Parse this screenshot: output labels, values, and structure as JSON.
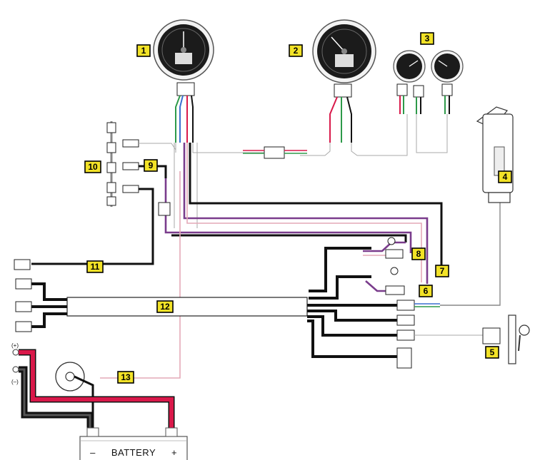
{
  "callouts": [
    "1",
    "2",
    "3",
    "4",
    "5",
    "6",
    "7",
    "8",
    "9",
    "10",
    "11",
    "12",
    "13"
  ],
  "battery": {
    "label": "BATTERY",
    "minus": "–",
    "plus": "+"
  },
  "polarity": {
    "positive": "(+)",
    "negative": "(–)"
  },
  "colors": {
    "badge": "#f2e227",
    "wire_black": "#111111",
    "wire_red": "#d9194a",
    "wire_purple": "#7a3c8c",
    "wire_pink": "#e4a9b7",
    "wire_green": "#2e9a4a",
    "wire_blue": "#3a6fd0"
  }
}
